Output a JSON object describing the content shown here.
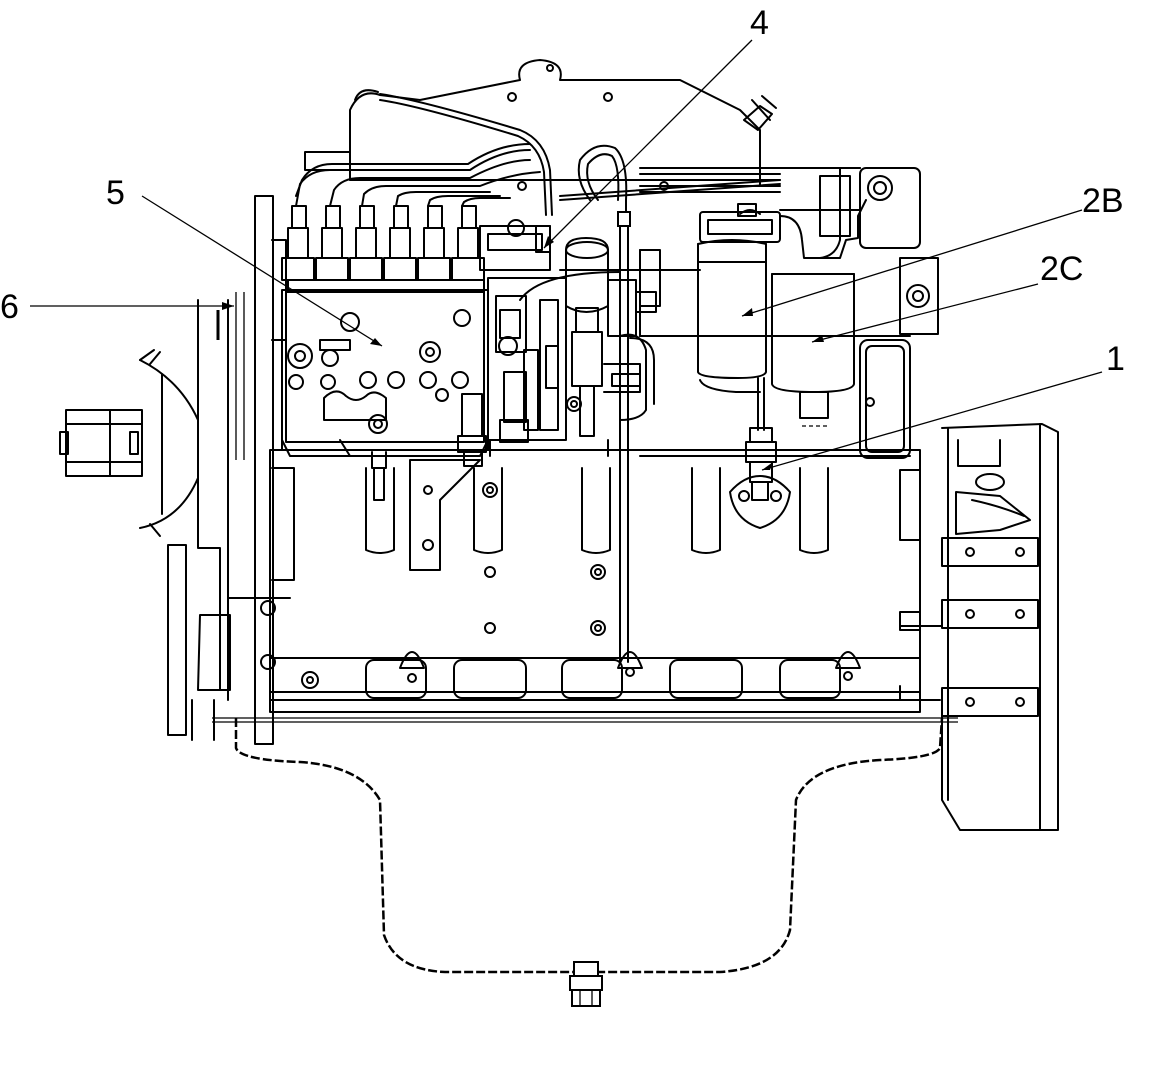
{
  "callouts": {
    "c1": "1",
    "c2b": "2B",
    "c2c": "2C",
    "c4": "4",
    "c5": "5",
    "c6": "6"
  },
  "colors": {
    "line": "#000000",
    "background": "#ffffff"
  }
}
